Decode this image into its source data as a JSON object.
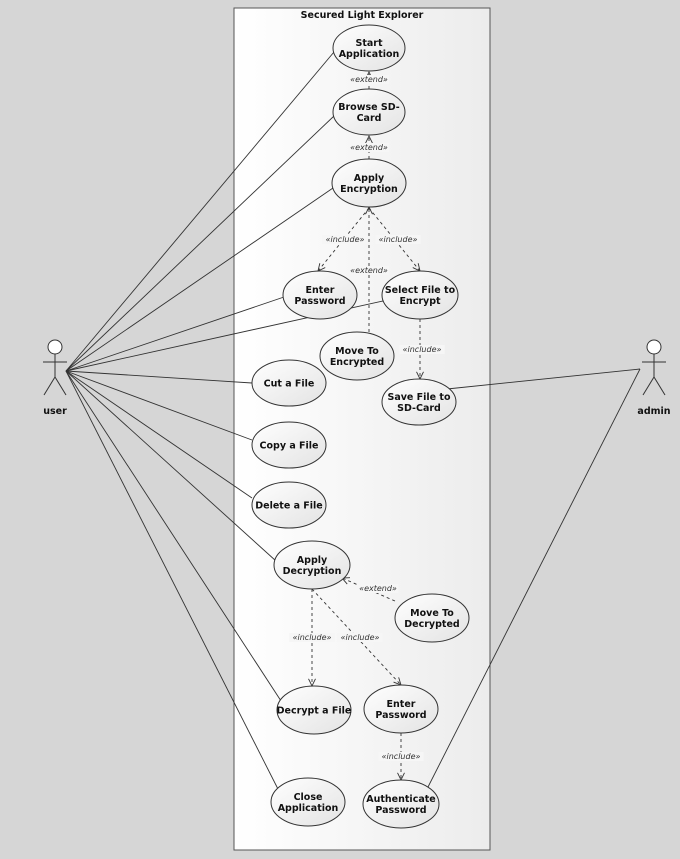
{
  "system": {
    "title": "Secured Light Explorer"
  },
  "actors": [
    {
      "id": "user",
      "label": "user"
    },
    {
      "id": "admin",
      "label": "admin"
    }
  ],
  "use_cases": [
    {
      "id": "start",
      "lines": [
        "Start",
        "Application"
      ]
    },
    {
      "id": "browse",
      "lines": [
        "Browse SD-",
        "Card"
      ]
    },
    {
      "id": "encrypt",
      "lines": [
        "Apply",
        "Encryption"
      ]
    },
    {
      "id": "pwd1",
      "lines": [
        "Enter",
        "Password"
      ]
    },
    {
      "id": "select",
      "lines": [
        "Select File to",
        "Encrypt"
      ]
    },
    {
      "id": "moveenc",
      "lines": [
        "Move To",
        "Encrypted"
      ]
    },
    {
      "id": "cut",
      "lines": [
        "Cut a File"
      ]
    },
    {
      "id": "save",
      "lines": [
        "Save File to",
        "SD-Card"
      ]
    },
    {
      "id": "copy",
      "lines": [
        "Copy a File"
      ]
    },
    {
      "id": "delete",
      "lines": [
        "Delete a File"
      ]
    },
    {
      "id": "decrypt",
      "lines": [
        "Apply",
        "Decryption"
      ]
    },
    {
      "id": "movedec",
      "lines": [
        "Move To",
        "Decrypted"
      ]
    },
    {
      "id": "decfile",
      "lines": [
        "Decrypt a File"
      ]
    },
    {
      "id": "pwd2",
      "lines": [
        "Enter",
        "Password"
      ]
    },
    {
      "id": "close",
      "lines": [
        "Close",
        "Application"
      ]
    },
    {
      "id": "auth",
      "lines": [
        "Authenticate",
        "Password"
      ]
    }
  ],
  "associations": [
    {
      "actor": "user",
      "uc": "start"
    },
    {
      "actor": "user",
      "uc": "browse"
    },
    {
      "actor": "user",
      "uc": "encrypt"
    },
    {
      "actor": "user",
      "uc": "pwd1"
    },
    {
      "actor": "user",
      "uc": "select"
    },
    {
      "actor": "user",
      "uc": "cut"
    },
    {
      "actor": "user",
      "uc": "copy"
    },
    {
      "actor": "user",
      "uc": "delete"
    },
    {
      "actor": "user",
      "uc": "decrypt"
    },
    {
      "actor": "user",
      "uc": "decfile"
    },
    {
      "actor": "user",
      "uc": "close"
    },
    {
      "actor": "admin",
      "uc": "save"
    },
    {
      "actor": "admin",
      "uc": "auth"
    }
  ],
  "relations": [
    {
      "from": "browse",
      "to": "start",
      "label": "«extend»"
    },
    {
      "from": "encrypt",
      "to": "browse",
      "label": "«extend»"
    },
    {
      "from": "encrypt",
      "to": "pwd1",
      "label": "«include»"
    },
    {
      "from": "encrypt",
      "to": "select",
      "label": "«include»"
    },
    {
      "from": "moveenc",
      "to": "encrypt",
      "label": "«extend»"
    },
    {
      "from": "select",
      "to": "save",
      "label": "«include»"
    },
    {
      "from": "movedec",
      "to": "decrypt",
      "label": "«extend»"
    },
    {
      "from": "decrypt",
      "to": "decfile",
      "label": "«include»"
    },
    {
      "from": "decrypt",
      "to": "pwd2",
      "label": "«include»"
    },
    {
      "from": "pwd2",
      "to": "auth",
      "label": "«include»"
    }
  ]
}
